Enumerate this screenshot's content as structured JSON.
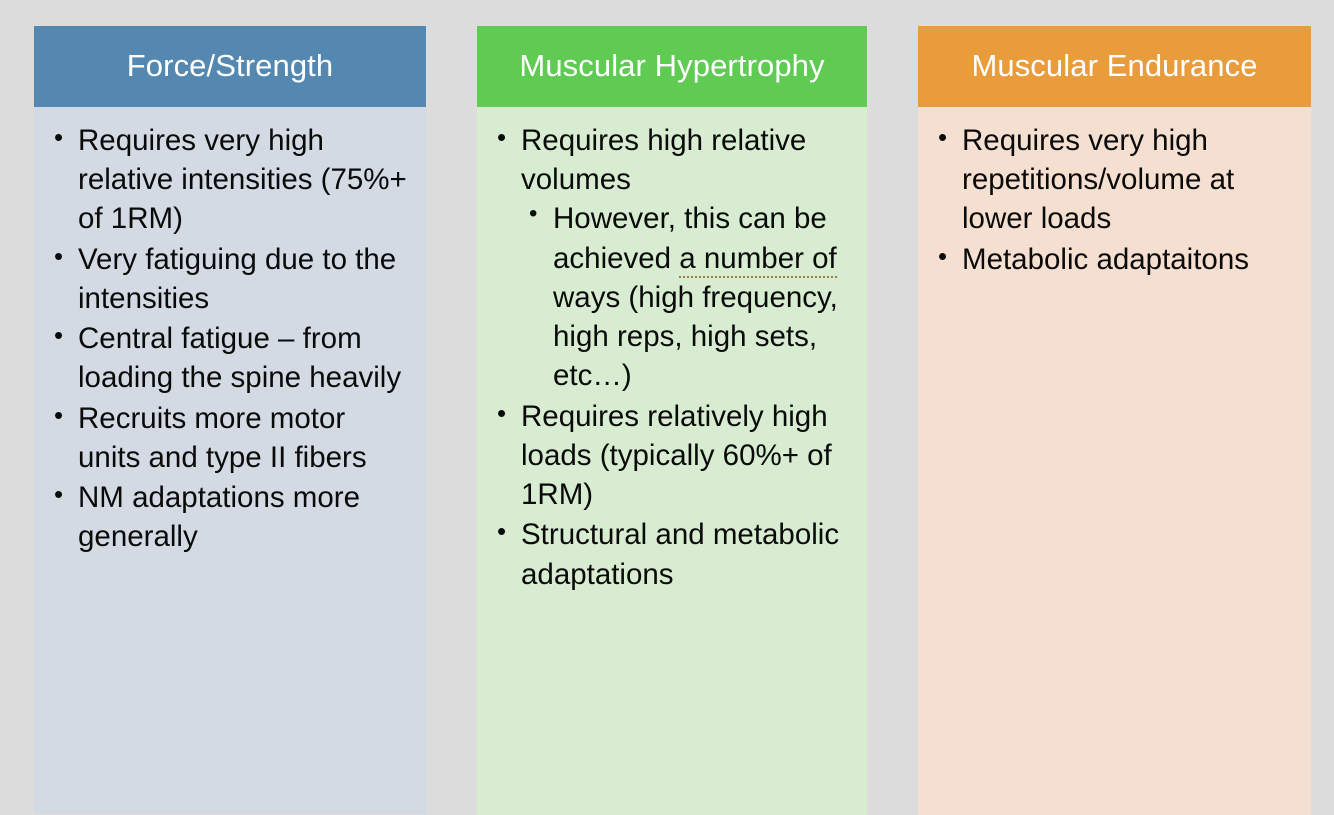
{
  "slide": {
    "background_color": "#dcdcdc",
    "columns": [
      {
        "id": "force-strength",
        "header": "Force/Strength",
        "header_color": "#5588b0",
        "body_color": "#d3dae4",
        "bullets": [
          {
            "text": "Requires very high relative intensities (75%+ of 1RM)"
          },
          {
            "text": "Very fatiguing due to the intensities"
          },
          {
            "text": "Central fatigue – from loading the spine heavily"
          },
          {
            "text": "Recruits more motor units and type II fibers"
          },
          {
            "text": "NM adaptations more generally"
          }
        ]
      },
      {
        "id": "muscular-hypertrophy",
        "header": "Muscular Hypertrophy",
        "header_color": "#5fcb53",
        "body_color": "#d7ecd0",
        "bullets": [
          {
            "text": "Requires high relative volumes",
            "sub_bullets": [
              {
                "prefix": "However, this can be achieved ",
                "underlined": "a number of",
                "suffix": " ways (high frequency, high reps, high sets, etc…)",
                "underline_color": "#9b7a46"
              }
            ]
          },
          {
            "text": "Requires relatively high loads (typically 60%+ of 1RM)"
          },
          {
            "text": "Structural and metabolic adaptations"
          }
        ]
      },
      {
        "id": "muscular-endurance",
        "header": "Muscular Endurance",
        "header_color": "#e89c3c",
        "body_color": "#f4dfd1",
        "bullets": [
          {
            "text": "Requires very high repetitions/volume at lower loads"
          },
          {
            "text": "Metabolic adaptaitons"
          }
        ]
      }
    ]
  }
}
